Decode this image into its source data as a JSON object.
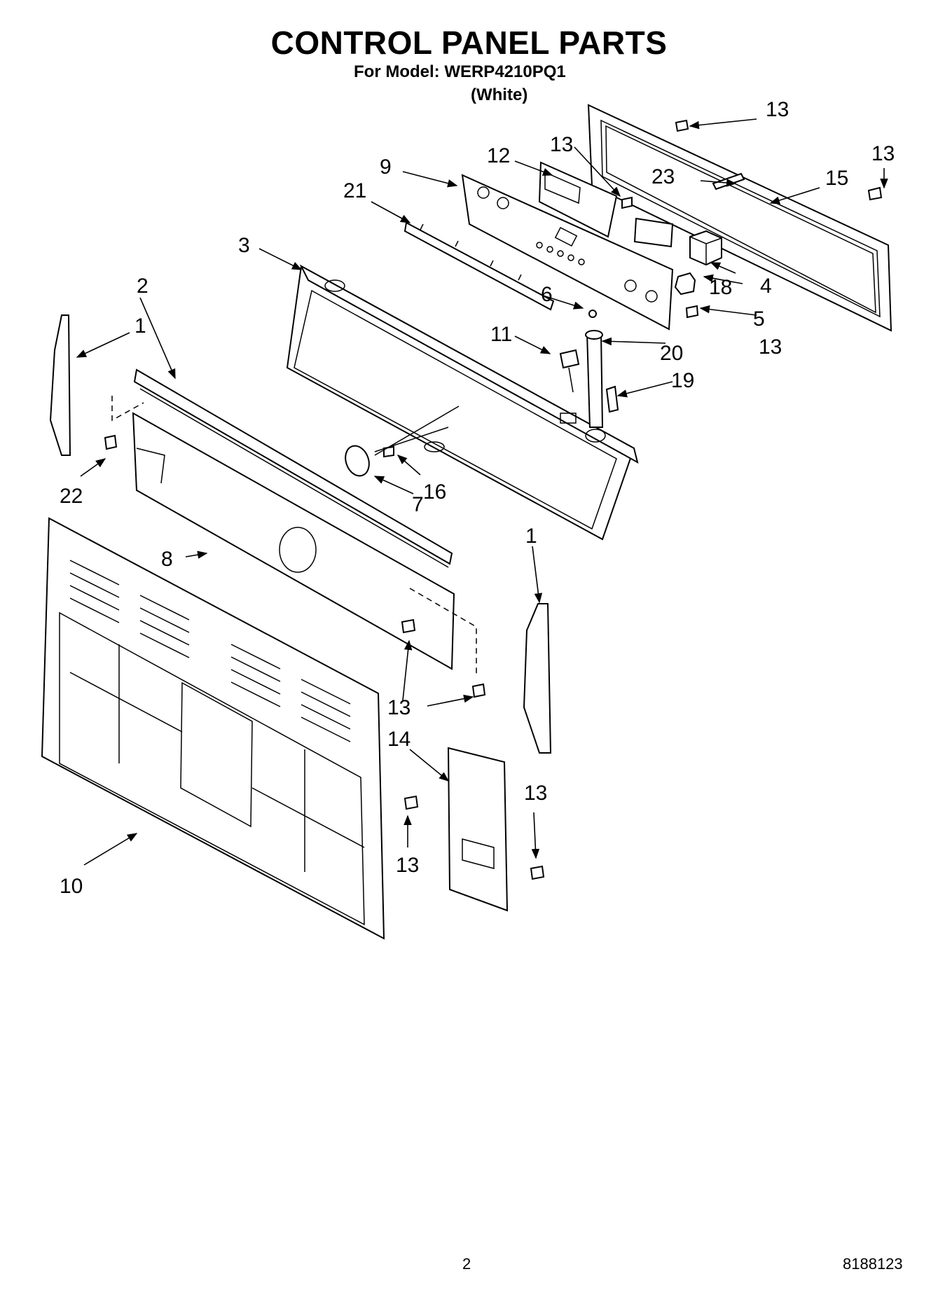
{
  "title": "CONTROL PANEL PARTS",
  "model_line": "For Model: WERP4210PQ1",
  "color_line": "(White)",
  "footer": {
    "page_number": "2",
    "doc_number": "8188123"
  },
  "callouts": [
    "1",
    "2",
    "3",
    "4",
    "5",
    "6",
    "7",
    "8",
    "9",
    "10",
    "11",
    "12",
    "13",
    "14",
    "15",
    "16",
    "18",
    "19",
    "20",
    "21",
    "22",
    "23"
  ]
}
